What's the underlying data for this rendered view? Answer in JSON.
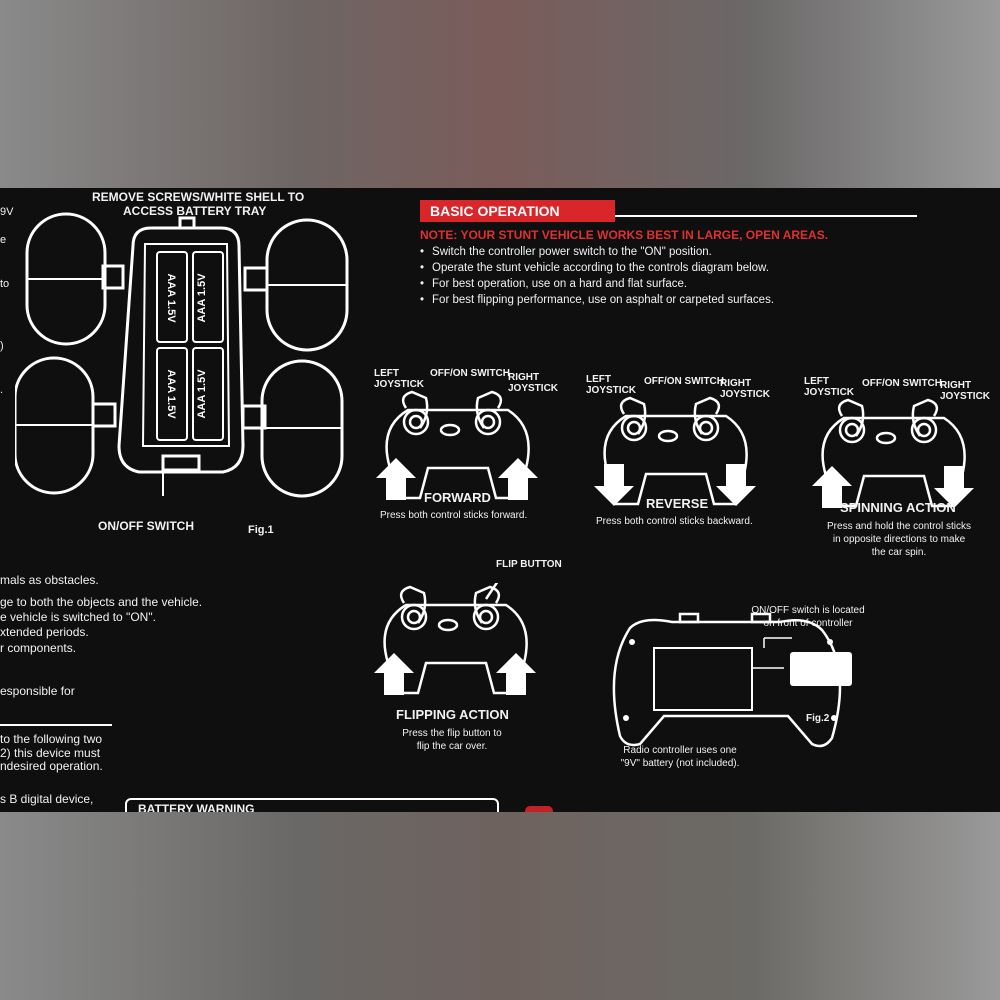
{
  "battery": {
    "title_line1": "REMOVE SCREWS/WHITE SHELL TO",
    "title_line2": "ACCESS BATTERY TRAY",
    "cell_label": "AAA 1.5V",
    "switch_label": "ON/OFF SWITCH",
    "fig_label": "Fig.1"
  },
  "left_column": {
    "edge_fragments": [
      "9V",
      "e",
      "to",
      ")",
      "."
    ],
    "lines": [
      "mals as obstacles.",
      "ge to both the objects and the vehicle.",
      "e vehicle is switched to \"ON\".",
      "xtended periods.",
      "r components.",
      "esponsible for",
      "to the following two",
      "2) this device must",
      "ndesired operation.",
      "s B digital device,"
    ],
    "warning_title": "BATTERY WARNING"
  },
  "basic": {
    "header": "BASIC OPERATION",
    "note": "NOTE: YOUR STUNT VEHICLE WORKS BEST IN LARGE, OPEN AREAS.",
    "bullets": [
      "Switch the controller power switch to the \"ON\" position.",
      "Operate the stunt vehicle according to the controls diagram below.",
      "For best operation, use on a hard and flat surface.",
      "For best flipping performance, use on asphalt or carpeted surfaces."
    ]
  },
  "controls": {
    "left_joystick": [
      "LEFT",
      "JOYSTICK"
    ],
    "right_joystick": [
      "RIGHT",
      "JOYSTICK"
    ],
    "switch": "OFF/ON SWITCH",
    "flip_button": "FLIP BUTTON",
    "forward": {
      "title": "FORWARD",
      "desc": [
        "Press both control sticks forward."
      ]
    },
    "reverse": {
      "title": "REVERSE",
      "desc": [
        "Press both control sticks backward."
      ]
    },
    "spinning": {
      "title": "SPINNING ACTION",
      "desc": [
        "Press and hold the control sticks",
        "in opposite directions to make",
        "the car spin."
      ]
    },
    "flipping": {
      "title": "FLIPPING ACTION",
      "desc": [
        "Press the flip button to",
        "flip the car over."
      ]
    }
  },
  "radio": {
    "switch_note": [
      "ON/OFF switch is located",
      "on front of controller"
    ],
    "fig_label": "Fig.2",
    "battery_note": [
      "Radio controller uses one",
      "\"9V\" battery (not included)."
    ]
  }
}
